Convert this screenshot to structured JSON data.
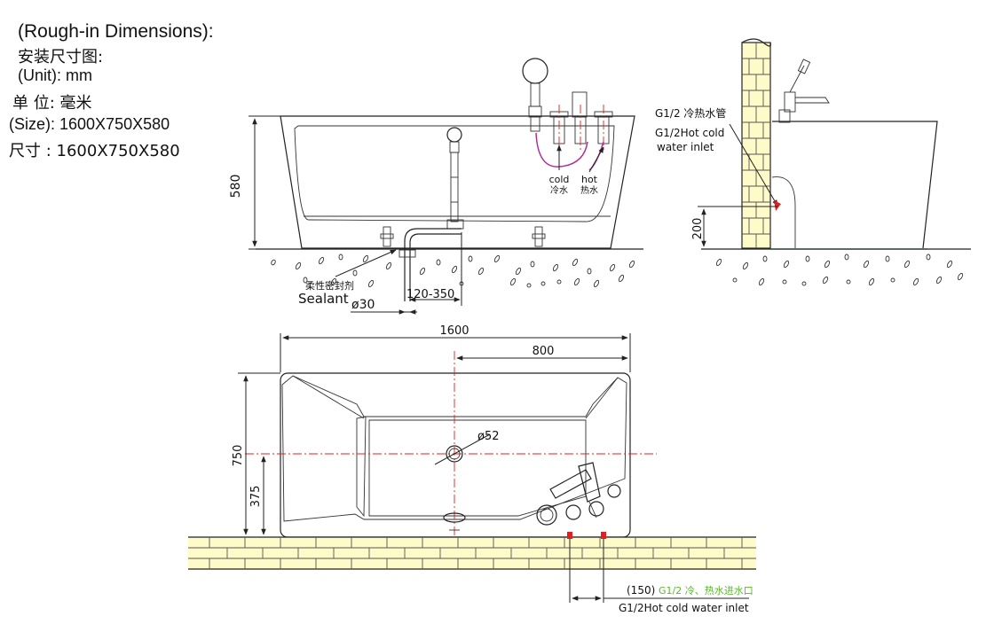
{
  "header": {
    "title_en": "(Rough-in Dimensions):",
    "title_cn": "安装尺寸图:",
    "unit_en": "(Unit): mm",
    "unit_cn": "单 位: 毫米",
    "size_en": "(Size): 1600X750X580",
    "size_cn": "尺寸 :  1600X750X580"
  },
  "front_view": {
    "height_dim": "580",
    "cold_en": "cold",
    "cold_cn": "冷水",
    "hot_en": "hot",
    "hot_cn": "热水",
    "sealant_cn": "柔性密封剂",
    "sealant_en": "Sealant",
    "drain_dim": "ø30",
    "offset_dim": "120-350"
  },
  "side_view": {
    "pipe_cn": "G1/2 冷热水管",
    "pipe_en_1": "G1/2Hot cold",
    "pipe_en_2": "water inlet",
    "height_dim": "200"
  },
  "plan_view": {
    "length_dim": "1600",
    "half_length_dim": "800",
    "width_dim": "750",
    "half_width_dim": "375",
    "drain_dim": "ø52",
    "inlet_spacing": "(150)",
    "inlet_cn": "G1/2 冷、热水进水口",
    "inlet_en": "G1/2Hot cold water inlet"
  },
  "colors": {
    "line": "#222222",
    "centerline": "#e02020",
    "brick_fill": "#fffbc8",
    "hose": "#b0309a",
    "floor_line": "#7fc8c0",
    "inlet_text": "#5cb82e"
  }
}
